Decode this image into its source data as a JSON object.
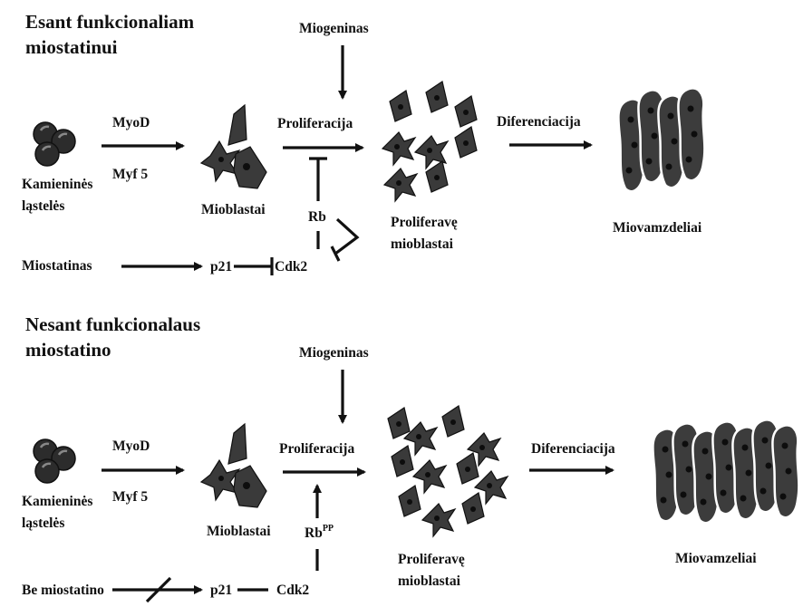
{
  "top": {
    "heading_line1": "Esant funkcionaliam",
    "heading_line2": "miostatinui",
    "miogeninas": "Miogeninas",
    "myod": "MyoD",
    "myf5": "Myf 5",
    "stem_line1": "Kamieninės",
    "stem_line2": "ląstelės",
    "mioblastai": "Mioblastai",
    "proliferacija": "Proliferacija",
    "rb": "Rb",
    "proliferave_line1": "Proliferavę",
    "proliferave_line2": "mioblastai",
    "diferenciacija": "Diferenciacija",
    "miovamzdeliai": "Miovamzdeliai",
    "miostatinas": "Miostatinas",
    "p21": "p21",
    "cdk2": "Cdk2"
  },
  "bottom": {
    "heading_line1": "Nesant funkcionalaus",
    "heading_line2": "miostatino",
    "miogeninas": "Miogeninas",
    "myod": "MyoD",
    "myf5": "Myf 5",
    "stem_line1": "Kamieninės",
    "stem_line2": "ląstelės",
    "mioblastai": "Mioblastai",
    "proliferacija": "Proliferacija",
    "rb": "Rb",
    "rb_sup": "PP",
    "proliferave_line1": "Proliferavę",
    "proliferave_line2": "mioblastai",
    "diferenciacija": "Diferenciacija",
    "miovamzeliai": "Miovamzeliai",
    "be_miostatino": "Be miostatino",
    "p21": "p21",
    "cdk2": "Cdk2"
  }
}
